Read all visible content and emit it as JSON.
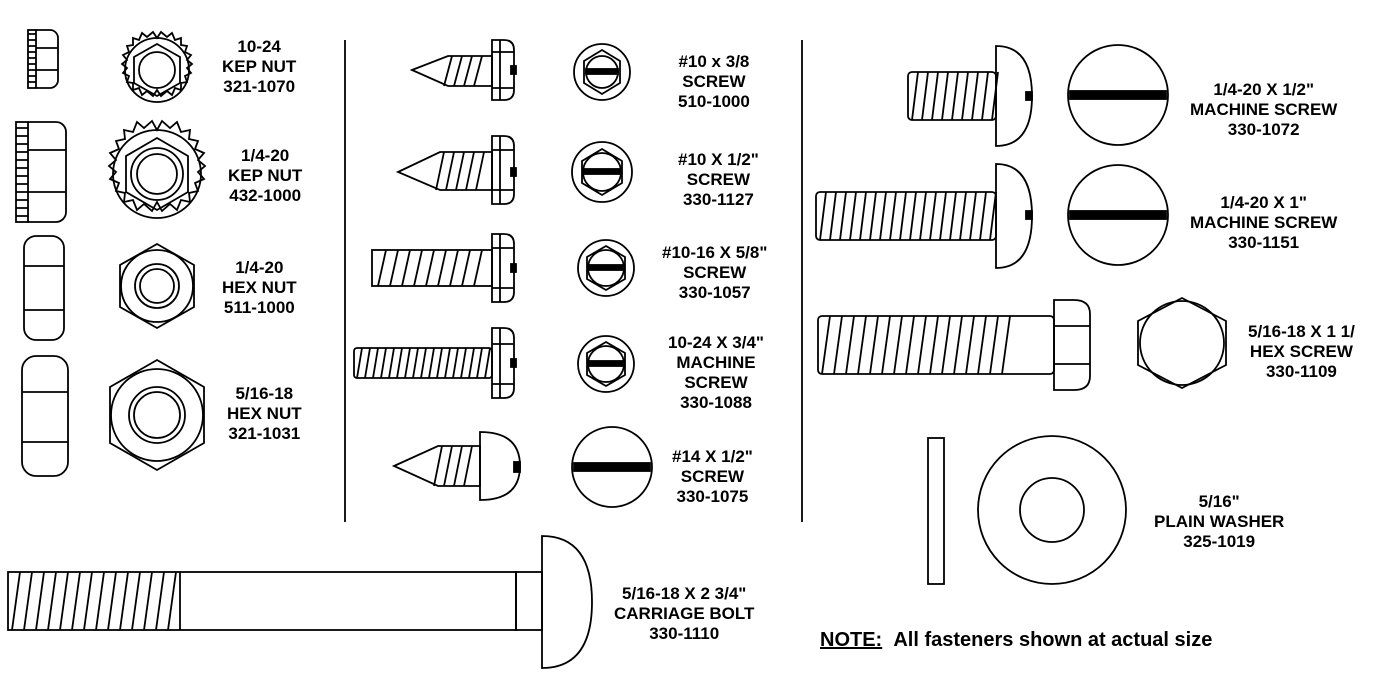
{
  "fasteners": [
    {
      "lines": [
        "10-24",
        "KEP NUT",
        "321-1070"
      ]
    },
    {
      "lines": [
        "1/4-20",
        "KEP NUT",
        "432-1000"
      ]
    },
    {
      "lines": [
        "1/4-20",
        "HEX NUT",
        "511-1000"
      ]
    },
    {
      "lines": [
        "5/16-18",
        "HEX NUT",
        "321-1031"
      ]
    },
    {
      "lines": [
        "#10 x 3/8",
        "SCREW",
        "510-1000"
      ]
    },
    {
      "lines": [
        "#10 X 1/2\"",
        "SCREW",
        "330-1127"
      ]
    },
    {
      "lines": [
        "#10-16 X 5/8\"",
        "SCREW",
        "330-1057"
      ]
    },
    {
      "lines": [
        "10-24 X 3/4\"",
        "MACHINE",
        "SCREW",
        "330-1088"
      ]
    },
    {
      "lines": [
        "#14 X 1/2\"",
        "SCREW",
        "330-1075"
      ]
    },
    {
      "lines": [
        "5/16-18 X 2 3/4\"",
        "CARRIAGE BOLT",
        "330-1110"
      ]
    },
    {
      "lines": [
        "1/4-20 X 1/2\"",
        "MACHINE SCREW",
        "330-1072"
      ]
    },
    {
      "lines": [
        "1/4-20 X 1\"",
        "MACHINE SCREW",
        "330-1151"
      ]
    },
    {
      "lines": [
        "5/16-18 X 1 1/",
        "HEX SCREW",
        "330-1109"
      ]
    },
    {
      "lines": [
        "5/16\"",
        "PLAIN WASHER",
        "325-1019"
      ]
    }
  ],
  "note": {
    "keyword": "NOTE:",
    "text": "All fasteners shown at actual size"
  }
}
